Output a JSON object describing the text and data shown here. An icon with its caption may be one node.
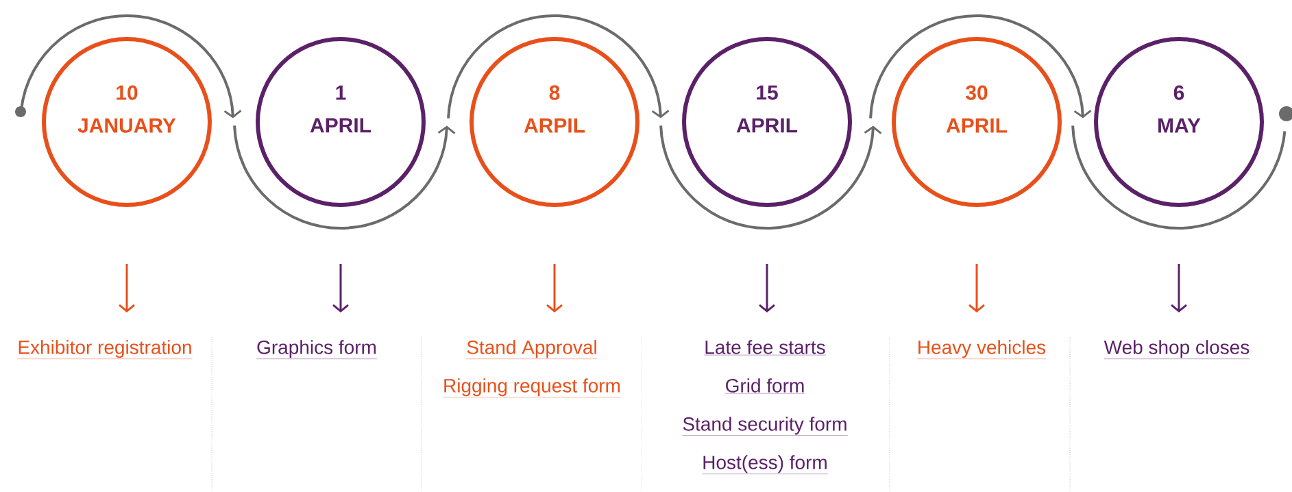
{
  "diagram": {
    "nodes": [
      {
        "text": [
          "10",
          "JANUARY"
        ]
      },
      {
        "text": [
          "1",
          "APRIL"
        ]
      },
      {
        "text": [
          "8",
          "ARPIL"
        ]
      },
      {
        "text": [
          "15",
          "APRIL"
        ]
      },
      {
        "text": [
          "30",
          "APRIL"
        ]
      },
      {
        "text": [
          "6",
          "MAY"
        ]
      },
      {
        "text": [
          "Exhibitor registration"
        ]
      },
      {
        "text": [
          "Graphics form"
        ]
      },
      {
        "text": [
          "Stand Approval",
          "Rigging request form"
        ]
      },
      {
        "text": [
          "Late fee starts",
          "Grid form",
          "Stand security form",
          "Host(ess) form"
        ]
      },
      {
        "text": [
          "Heavy vehicles"
        ]
      },
      {
        "text": [
          "Web shop closes"
        ]
      }
    ],
    "edges": [
      {
        "from": 0,
        "to": 6,
        "arrow": "to",
        "color": "#e8501b"
      },
      {
        "from": 1,
        "to": 7,
        "arrow": "to",
        "color": "#5b2168"
      },
      {
        "from": 2,
        "to": 8,
        "arrow": "to",
        "color": "#e8501b"
      },
      {
        "from": 3,
        "to": 9,
        "arrow": "to",
        "color": "#5b2168"
      },
      {
        "from": 4,
        "to": 10,
        "arrow": "to",
        "color": "#e8501b"
      },
      {
        "from": 5,
        "to": 11,
        "arrow": "to",
        "color": "#5b2168"
      }
    ]
  }
}
